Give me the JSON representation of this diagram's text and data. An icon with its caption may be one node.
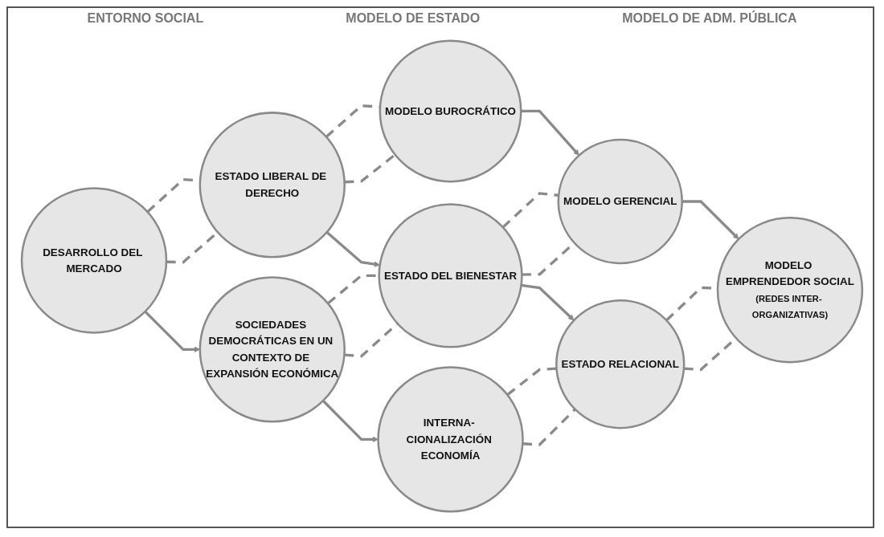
{
  "diagram": {
    "nodes": [
      {
        "text": [
          "DESARROLLO DEL MERCADO"
        ]
      },
      {
        "text": [
          "ESTADO LIBERAL DE DERECHO"
        ]
      },
      {
        "text": [
          "MODELO BUROCRÁTICO"
        ]
      },
      {
        "text": [
          "SOCIEDADES DEMOCRÁTICAS EN UN CONTEXTO DE EXPANSIÓN ECONÓMICA"
        ]
      },
      {
        "text": [
          "ESTADO DEL BIENESTAR"
        ]
      },
      {
        "text": [
          "MODELO GERENCIAL"
        ]
      },
      {
        "text": [
          "INTERNA- CIONALIZACIÓN ECONOMÍA"
        ]
      },
      {
        "text": [
          "ESTADO RELACIONAL"
        ]
      },
      {
        "text": [
          "MODELO EMPRENDEDOR SOCIAL",
          "(REDES INTER- ORGANIZATIVAS)"
        ]
      }
    ],
    "edges": [
      {
        "from": 0,
        "to": 1,
        "arrow": "none",
        "style": "dashed"
      },
      {
        "from": 0,
        "to": 1,
        "arrow": "none",
        "style": "dashed"
      },
      {
        "from": 1,
        "to": 2,
        "arrow": "none",
        "style": "dashed"
      },
      {
        "from": 1,
        "to": 2,
        "arrow": "none",
        "style": "dashed"
      },
      {
        "from": 0,
        "to": 3,
        "arrow": "to"
      },
      {
        "from": 1,
        "to": 4,
        "arrow": "to"
      },
      {
        "from": 2,
        "to": 5,
        "arrow": "to"
      },
      {
        "from": 3,
        "to": 4,
        "arrow": "none",
        "style": "dashed"
      },
      {
        "from": 3,
        "to": 4,
        "arrow": "none",
        "style": "dashed"
      },
      {
        "from": 4,
        "to": 5,
        "arrow": "none",
        "style": "dashed"
      },
      {
        "from": 4,
        "to": 5,
        "arrow": "none",
        "style": "dashed"
      },
      {
        "from": 3,
        "to": 6,
        "arrow": "to"
      },
      {
        "from": 4,
        "to": 7,
        "arrow": "to"
      },
      {
        "from": 5,
        "to": 8,
        "arrow": "to"
      },
      {
        "from": 6,
        "to": 7,
        "arrow": "none",
        "style": "dashed"
      },
      {
        "from": 6,
        "to": 7,
        "arrow": "none",
        "style": "dashed"
      },
      {
        "from": 7,
        "to": 8,
        "arrow": "none",
        "style": "dashed"
      },
      {
        "from": 7,
        "to": 8,
        "arrow": "none",
        "style": "dashed"
      }
    ],
    "labels": [
      "ENTORNO SOCIAL",
      "MODELO DE ESTADO",
      "MODELO DE ADM. PÚBLICA"
    ]
  }
}
